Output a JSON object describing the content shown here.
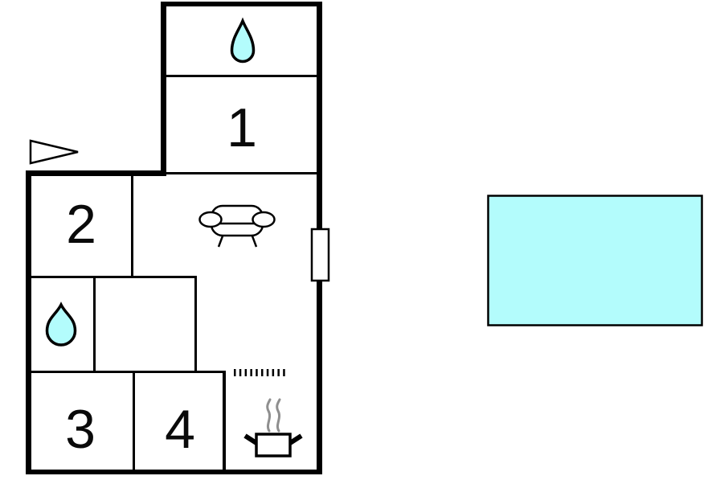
{
  "floorplan": {
    "title": "apartment-floorplan",
    "rooms": [
      {
        "label": "1"
      },
      {
        "label": "2"
      },
      {
        "label": "3"
      },
      {
        "label": "4"
      }
    ],
    "icons": [
      {
        "name": "water-drop-icon-top",
        "meaning": "bathroom water drop"
      },
      {
        "name": "water-drop-icon-middle",
        "meaning": "bathroom water drop"
      },
      {
        "name": "sofa-icon",
        "meaning": "living room sofa"
      },
      {
        "name": "steaming-pot-icon",
        "meaning": "kitchen stove"
      },
      {
        "name": "entrance-arrow-icon",
        "meaning": "entrance direction"
      },
      {
        "name": "window-icon",
        "meaning": "window opening in wall"
      },
      {
        "name": "kitchen-counter-dashes",
        "meaning": "kitchen counter boundary"
      }
    ],
    "colors": {
      "wall": "#000000",
      "water": "#b3fcfc",
      "steam": "#8f8f8f",
      "background": "#ffffff"
    }
  },
  "pool": {
    "name": "swimming-pool",
    "color": "#b3fcfc",
    "border": "#000000"
  }
}
